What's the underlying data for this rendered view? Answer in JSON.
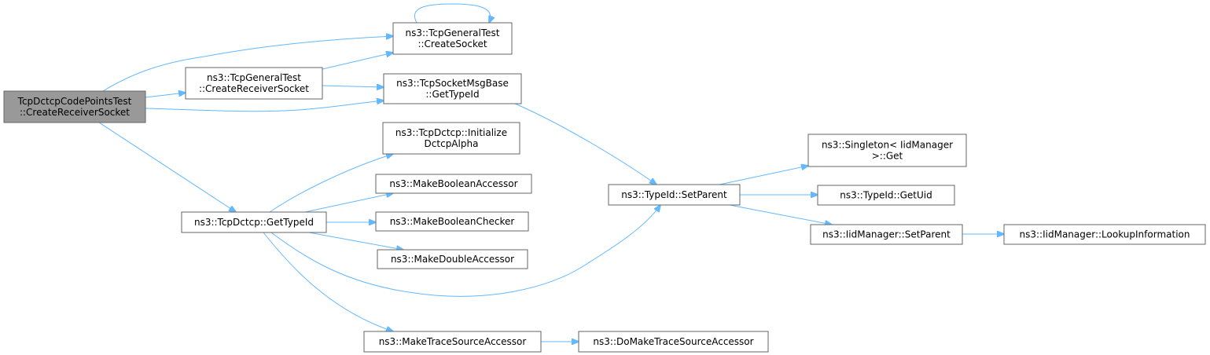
{
  "colors": {
    "edge": "#63b8ff",
    "node_border": "#666666",
    "root_fill": "#999999",
    "node_fill": "#ffffff"
  },
  "nodes": {
    "root": [
      "TcpDctcpCodePointsTest",
      "::CreateReceiverSocket"
    ],
    "general_create_socket": [
      "ns3::TcpGeneralTest",
      "::CreateSocket"
    ],
    "general_create_receiver_socket": [
      "ns3::TcpGeneralTest",
      "::CreateReceiverSocket"
    ],
    "socket_msg_base_get_type_id": [
      "ns3::TcpSocketMsgBase",
      "::GetTypeId"
    ],
    "dctcp_initialize_alpha": [
      "ns3::TcpDctcp::Initialize",
      "DctcpAlpha"
    ],
    "make_boolean_accessor": [
      "ns3::MakeBooleanAccessor"
    ],
    "make_boolean_checker": [
      "ns3::MakeBooleanChecker"
    ],
    "make_double_accessor": [
      "ns3::MakeDoubleAccessor"
    ],
    "dctcp_get_type_id": [
      "ns3::TcpDctcp::GetTypeId"
    ],
    "make_trace_source_accessor": [
      "ns3::MakeTraceSourceAccessor"
    ],
    "do_make_trace_source_accessor": [
      "ns3::DoMakeTraceSourceAccessor"
    ],
    "type_id_set_parent": [
      "ns3::TypeId::SetParent"
    ],
    "singleton_get": [
      "ns3::Singleton< IidManager",
      ">::Get"
    ],
    "type_id_get_uid": [
      "ns3::TypeId::GetUid"
    ],
    "iid_manager_set_parent": [
      "ns3::IidManager::SetParent"
    ],
    "iid_manager_lookup_information": [
      "ns3::IidManager::LookupInformation"
    ]
  }
}
